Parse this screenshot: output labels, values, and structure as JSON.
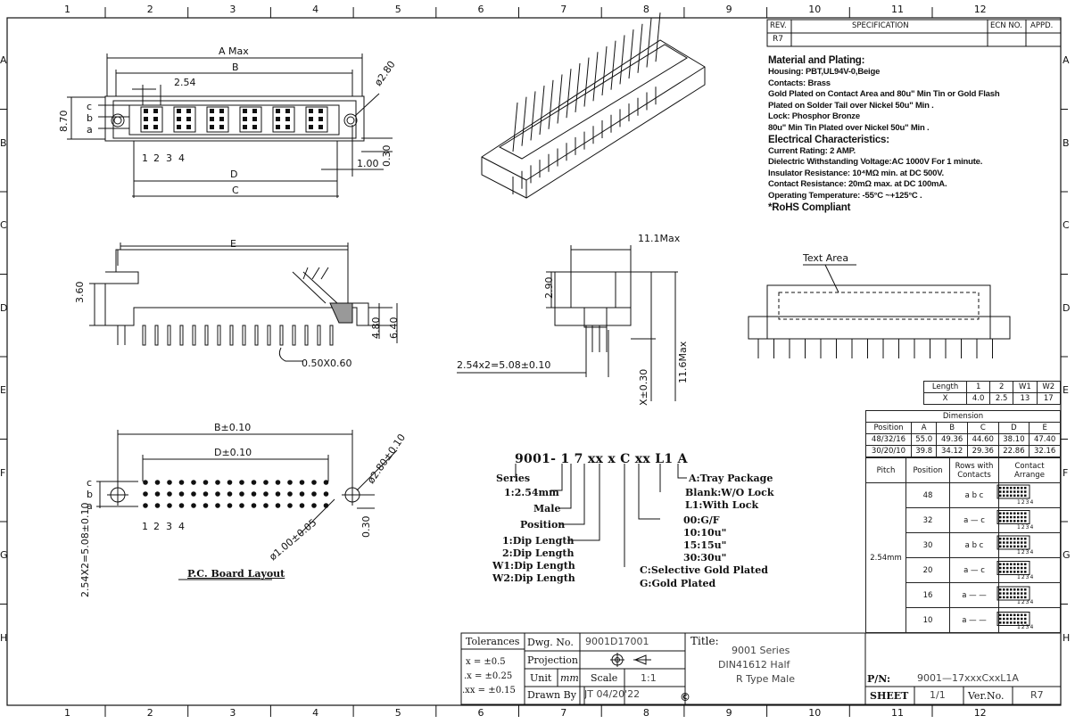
{
  "border": {
    "col_numbers": [
      "1",
      "2",
      "3",
      "4",
      "5",
      "6",
      "7",
      "8",
      "9",
      "10",
      "11",
      "12"
    ],
    "row_letters": [
      "A",
      "B",
      "C",
      "D",
      "E",
      "F",
      "G",
      "H"
    ]
  },
  "revision_block": {
    "rev_h": "REV.",
    "spec_h": "SPECIFICATION",
    "ecn_h": "ECN NO.",
    "appd_h": "APPD.",
    "rev": "R7"
  },
  "specs": {
    "mat_title": "Material and Plating:",
    "housing": "Housing: PBT,UL94V-0,Beige",
    "contacts": "Contacts: Brass",
    "gold1": "Gold Plated on Contact Area and 80u\" Min Tin or Gold Flash",
    "gold2": "Plated on Solder Tail over Nickel 50u\" Min .",
    "lock": "Lock: Phosphor Bronze",
    "tin": "80u\" Min Tin Plated over Nickel 50u\" Min .",
    "elec_title": "Electrical Characteristics:",
    "current": "Current Rating: 2 AMP.",
    "dielectric": "Dielectric Withstanding Voltage:AC 1000V For 1 minute.",
    "insulation": "Insulator Resistance: 10⁴MΩ min. at DC 500V.",
    "contact_res": "Contact Resistance: 20mΩ max. at DC 100mA.",
    "temp": "Operating Temperature: -55°C ~+125°C .",
    "rohs": "*RoHS Compliant"
  },
  "dims": {
    "a_max": "A Max",
    "b": "B",
    "p254": "2.54",
    "d280": "ø2.80",
    "h870": "8.70",
    "row_c": "c",
    "row_b": "b",
    "row_a": "a",
    "p1": "1",
    "p2": "2",
    "p3": "3",
    "p4": "4",
    "d": "D",
    "c": "C",
    "d100": "1.00",
    "d030": "0.30",
    "e": "E",
    "d360": "3.60",
    "d480": "4.80",
    "d640": "6.40",
    "d050": "0.50X0.60",
    "d111": "11.1Max",
    "d290": "2.90",
    "d508": "2.54x2=5.08±0.10",
    "dx030": "X±0.30",
    "d116": "11.6Max",
    "text_area": "Text Area",
    "b010": "B±0.10",
    "d010": "D±0.10",
    "h280": "ø2.80±0.10",
    "hole100": "ø1.00±0.05",
    "y508": "2.54X2=5.08±0.10",
    "pcb": "P.C. Board Layout"
  },
  "part_code": {
    "code": "9001- 1 7 xx  x  C  xx  L1  A",
    "series": "Series",
    "pitch": "1:2.54mm",
    "male": "Male",
    "position": "Position",
    "dip1": "1:Dip Length",
    "dip2": "2:Dip Length",
    "w1": "W1:Dip Length",
    "w2": "W2:Dip Length",
    "tray": "A:Tray Package",
    "blank": "Blank:W/O Lock",
    "lock": "L1:With Lock",
    "g00": "00:G/F",
    "g10": "10:10u\"",
    "g15": "15:15u\"",
    "g30": "30:30u\"",
    "csel": "C:Selective Gold Plated",
    "gold": "G:Gold Plated"
  },
  "length_table": {
    "headers": [
      "Length",
      "1",
      "2",
      "W1",
      "W2"
    ],
    "row": [
      "X",
      "4.0",
      "2.5",
      "13",
      "17"
    ]
  },
  "dimension_table": {
    "title": "Dimension",
    "headers": [
      "Position",
      "A",
      "B",
      "C",
      "D",
      "E"
    ],
    "rows": [
      [
        "48/32/16",
        "55.0",
        "49.36",
        "44.60",
        "38.10",
        "47.40"
      ],
      [
        "30/20/10",
        "39.8",
        "34.12",
        "29.36",
        "22.86",
        "32.16"
      ]
    ]
  },
  "arrange_table": {
    "headers": [
      "Pitch",
      "Position",
      "Rows with Contacts",
      "Contact Arrange"
    ],
    "pitch": "2.54mm",
    "rows": [
      {
        "position": "48",
        "rows": "a b c"
      },
      {
        "position": "32",
        "rows": "a — c"
      },
      {
        "position": "30",
        "rows": "a b c"
      },
      {
        "position": "20",
        "rows": "a — c"
      },
      {
        "position": "16",
        "rows": "a — —"
      },
      {
        "position": "10",
        "rows": "a — —"
      }
    ],
    "mini_labels": [
      "1",
      "2",
      "3",
      "4"
    ]
  },
  "title_block": {
    "tolerances": "Tolerances",
    "tol1": "x  =  ±0.5",
    "tol2": ".x  =  ±0.25",
    "tol3": ".xx  =  ±0.15",
    "dwg_label": "Dwg. No.",
    "dwg": "9001D17001",
    "projection": "Projection",
    "unit_label": "Unit",
    "unit": "mm",
    "scale_label": "Scale",
    "scale": "1:1",
    "drawn_label": "Drawn By",
    "drawn": "JT  04/20'22",
    "title_label": "Title:",
    "title1": "9001   Series",
    "title2": "DIN41612   Half",
    "title3": "R Type  Male",
    "pn_label": "P/N:",
    "pn": "9001—17xxxCxxL1A",
    "sheet_label": "SHEET",
    "sheet": "1/1",
    "ver_label": "Ver.No.",
    "ver": "R7",
    "copyright": "©"
  }
}
